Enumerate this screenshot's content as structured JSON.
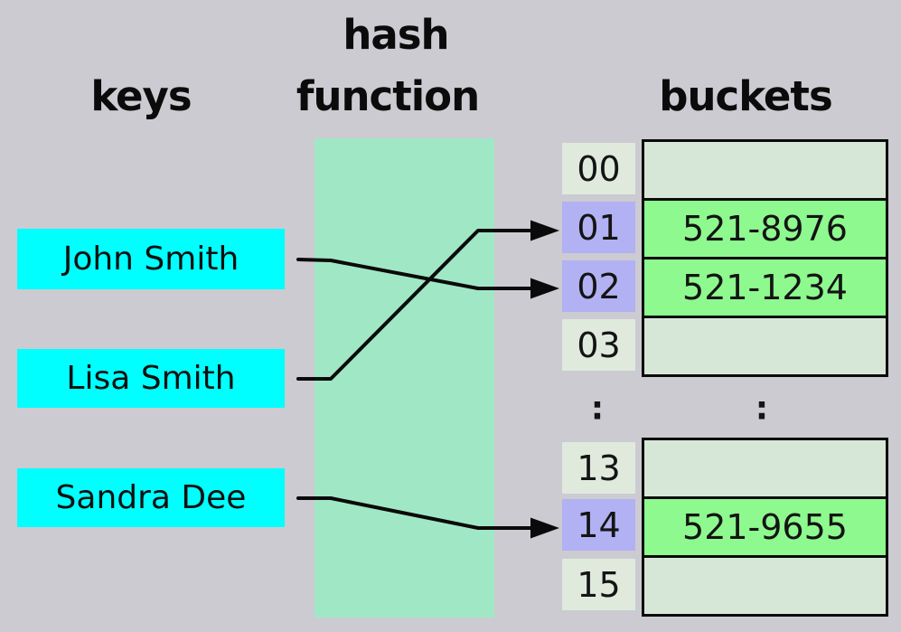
{
  "headers": {
    "hash_title_line1": "hash",
    "hash_title_line2": "function",
    "keys_title": "keys",
    "buckets_title": "buckets"
  },
  "keys": [
    {
      "name": "John Smith"
    },
    {
      "name": "Lisa Smith"
    },
    {
      "name": "Sandra Dee"
    }
  ],
  "mappings": [
    {
      "key": "John Smith",
      "bucket": "02"
    },
    {
      "key": "Lisa Smith",
      "bucket": "01"
    },
    {
      "key": "Sandra Dee",
      "bucket": "14"
    }
  ],
  "index_column": {
    "top_rows": [
      {
        "label": "00",
        "highlighted": false
      },
      {
        "label": "01",
        "highlighted": true
      },
      {
        "label": "02",
        "highlighted": true
      },
      {
        "label": "03",
        "highlighted": false
      }
    ],
    "ellipsis": ":",
    "bottom_rows": [
      {
        "label": "13",
        "highlighted": false
      },
      {
        "label": "14",
        "highlighted": true
      },
      {
        "label": "15",
        "highlighted": false
      }
    ]
  },
  "buckets": {
    "top_rows": [
      {
        "value": "",
        "filled": false
      },
      {
        "value": "521-8976",
        "filled": true
      },
      {
        "value": "521-1234",
        "filled": true
      },
      {
        "value": "",
        "filled": false
      }
    ],
    "ellipsis": ":",
    "bottom_rows": [
      {
        "value": "",
        "filled": false
      },
      {
        "value": "521-9655",
        "filled": true
      },
      {
        "value": "",
        "filled": false
      }
    ]
  },
  "colors": {
    "background": "#cbcbd1",
    "hash_band": "#a0e8c5",
    "key_box": "#00ffff",
    "index_plain": "#dfeadd",
    "index_highlight": "#b1b1f3",
    "bucket_empty": "#d6e7d7",
    "bucket_filled": "#8ef98e",
    "line": "#0a0a0a"
  }
}
